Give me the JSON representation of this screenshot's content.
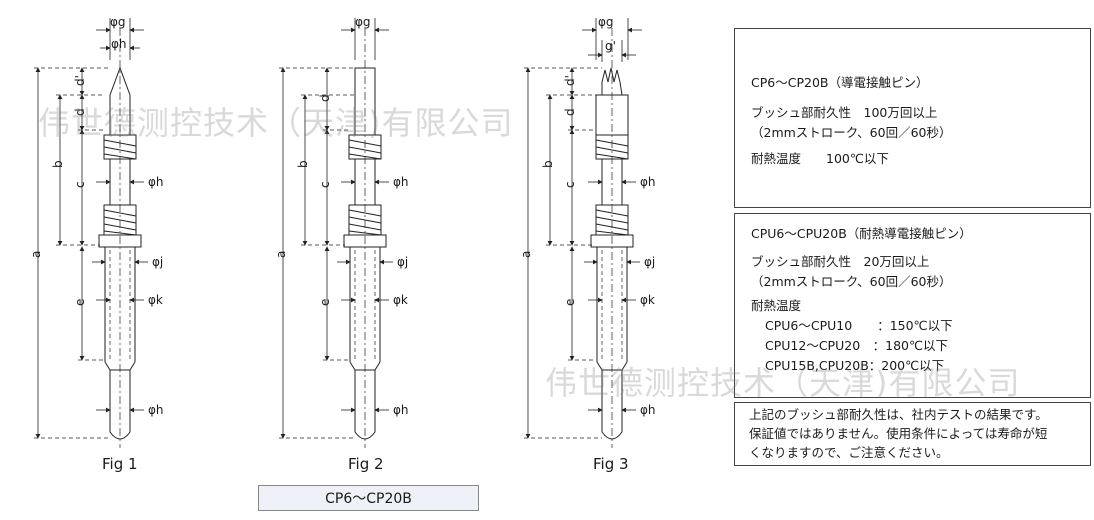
{
  "figures": [
    {
      "label": "Fig 1"
    },
    {
      "label": "Fig 2"
    },
    {
      "label": "Fig 3"
    }
  ],
  "dimensions": {
    "phi_g": "φg",
    "phi_h": "φh",
    "phi_j": "φj",
    "phi_k": "φk",
    "g_prime": "g'",
    "a": "a",
    "b": "b",
    "c": "c",
    "d": "d",
    "d_prime": "d'",
    "e": "e"
  },
  "model_caption": "CP6～CP20B",
  "spec_box_1": {
    "title": "CP6～CP20B（導電接触ピン）",
    "durability_label": "ブッシュ部耐久性　100万回以上",
    "durability_note": "（2mmストローク、60回／60秒）",
    "heat_label": "耐熱温度　　100℃以下"
  },
  "spec_box_2": {
    "title": "CPU6～CPU20B（耐熱導電接触ピン）",
    "durability_label": "ブッシュ部耐久性　20万回以上",
    "durability_note": "（2mmストローク、60回／60秒）",
    "heat_label": "耐熱温度",
    "heat_rows": [
      "CPU6～CPU10　　：150℃以下",
      "CPU12～CPU20　：180℃以下",
      "CPU15B,CPU20B：200℃以下"
    ]
  },
  "notice": {
    "line1": "上記のブッシュ部耐久性は、社内テストの結果です。",
    "line2": "保証値ではありません。使用条件によっては寿命が短",
    "line3": "くなりますので、ご注意ください。"
  },
  "watermark": {
    "text1": "伟世德测控技术（天津)有限公司",
    "text2": "伟世德测控技术（天津)有限公司"
  },
  "colors": {
    "line": "#222222",
    "box_border": "#444444",
    "caption_bg": "#eef2f8"
  }
}
